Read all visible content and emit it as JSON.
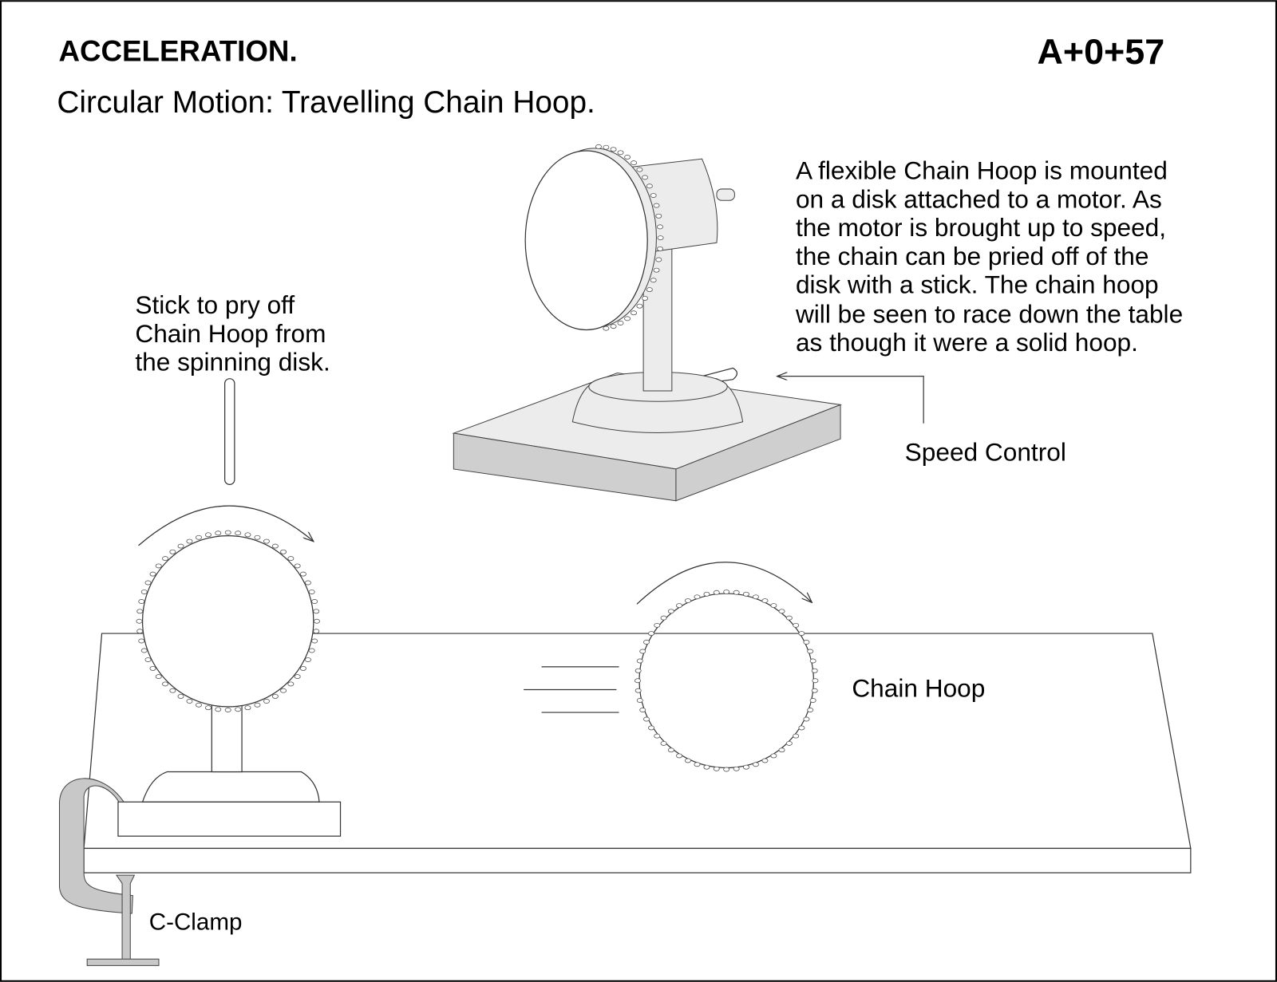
{
  "header": {
    "title": "ACCELERATION.",
    "code": "A+0+57",
    "subtitle": "Circular Motion: Travelling Chain Hoop."
  },
  "description": {
    "lines": [
      "A flexible Chain Hoop is mounted",
      "on a disk attached to a motor.  As",
      "the motor is brought up to speed,",
      "the chain can be pried off of the",
      "disk with a stick.  The chain hoop",
      "will be seen to race down the table",
      "as though it were a solid hoop."
    ]
  },
  "labels": {
    "stick": [
      "Stick to pry off",
      "Chain Hoop from",
      "the spinning disk."
    ],
    "speed_control": "Speed Control",
    "chain_hoop": "Chain Hoop",
    "c_clamp": "C-Clamp"
  },
  "colors": {
    "apparatus_light": "#ececec",
    "apparatus_dark": "#cfcfcf",
    "clamp": "#c8c8c8"
  }
}
